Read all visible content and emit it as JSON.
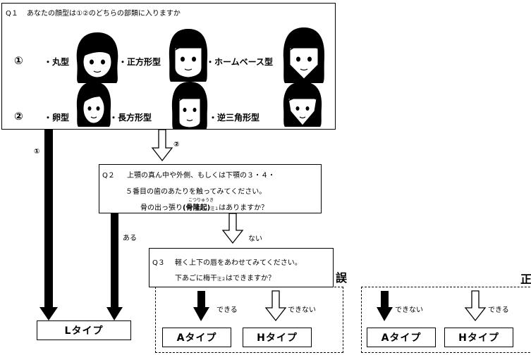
{
  "q1": {
    "label": "Q１",
    "question": "あなたの顔型は①②のどちらの部類に入りますか",
    "row1": {
      "marker": "①",
      "shapes": [
        "・丸型",
        "・正方形型",
        "・ホームベース型"
      ]
    },
    "row2": {
      "marker": "②",
      "shapes": [
        "・卵型",
        "・長方形型",
        "・逆三角形型"
      ]
    }
  },
  "branch": {
    "left_marker": "①",
    "down_marker": "②"
  },
  "q2": {
    "label": "Q２",
    "line1": "上顎の真ん中や外側、もしくは下顎の３・４・",
    "line2": "５番目の歯のあたりを触ってみてください。",
    "line3_a": "骨の出っ張り",
    "line3_term": "(骨隆起)",
    "ruby": "こつりゅうき",
    "note1": "注１",
    "line3_b": "はありますか？",
    "yes": "ある",
    "no": "ない"
  },
  "q3": {
    "label": "Q３",
    "line1": "軽く上下の唇をあわせてみてください。",
    "line2_a": "下あごに梅干",
    "note2": "注２",
    "line2_b": "はできますか？"
  },
  "result_l": "Lタイプ",
  "wrong": {
    "label": "誤",
    "can": "できる",
    "cannot": "できない",
    "type_a": "Aタイプ",
    "type_h": "Hタイプ"
  },
  "right": {
    "label": "正",
    "cannot": "できない",
    "can": "できる",
    "type_a": "Aタイプ",
    "type_h": "Hタイプ"
  }
}
